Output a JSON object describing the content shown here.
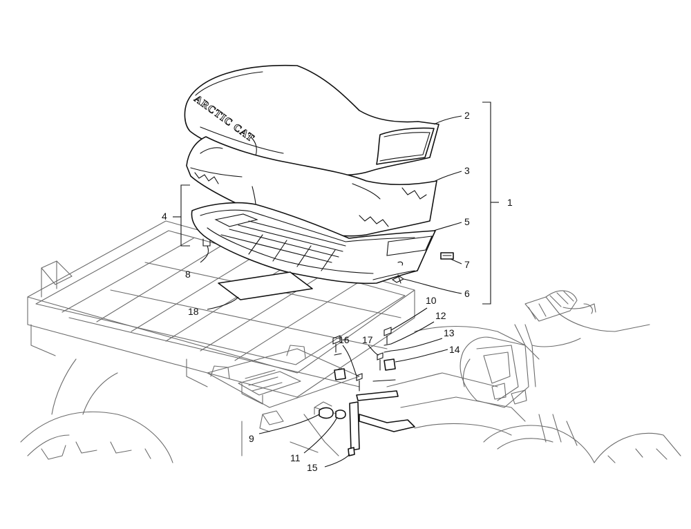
{
  "diagram": {
    "brand_text": "ARCTIC CAT",
    "callouts": [
      {
        "id": "1",
        "label": "1"
      },
      {
        "id": "2",
        "label": "2"
      },
      {
        "id": "3",
        "label": "3"
      },
      {
        "id": "4",
        "label": "4"
      },
      {
        "id": "5",
        "label": "5"
      },
      {
        "id": "6",
        "label": "6"
      },
      {
        "id": "7",
        "label": "7"
      },
      {
        "id": "8",
        "label": "8"
      },
      {
        "id": "9",
        "label": "9"
      },
      {
        "id": "10",
        "label": "10"
      },
      {
        "id": "11",
        "label": "11"
      },
      {
        "id": "12",
        "label": "12"
      },
      {
        "id": "13",
        "label": "13"
      },
      {
        "id": "14",
        "label": "14"
      },
      {
        "id": "15",
        "label": "15"
      },
      {
        "id": "16",
        "label": "16"
      },
      {
        "id": "17",
        "label": "17"
      },
      {
        "id": "18",
        "label": "18"
      }
    ]
  }
}
